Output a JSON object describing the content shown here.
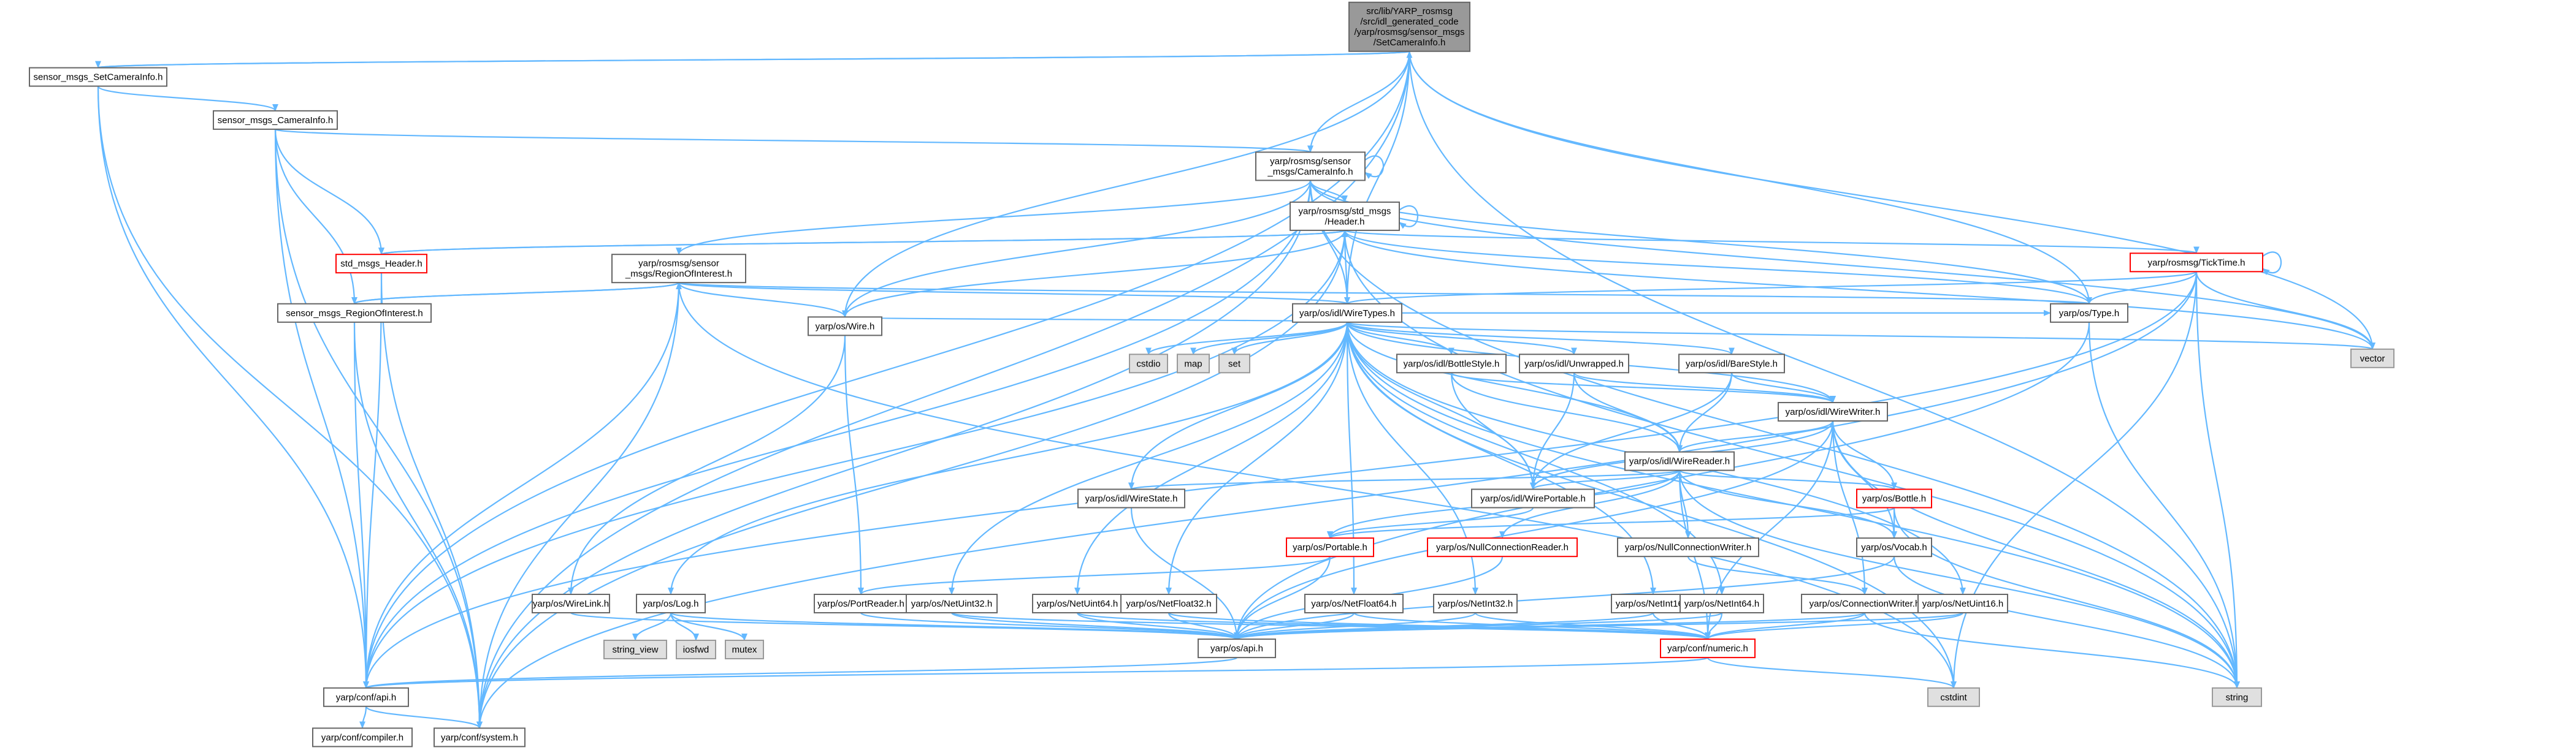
{
  "colors": {
    "edge": "#63b8ff",
    "node_fill": "#ffffff",
    "node_border": "#666666",
    "root_fill": "#999999",
    "root_border": "#666666",
    "incomplete_border": "#ff0000",
    "external_fill": "#e0e0e0",
    "external_border": "#999999",
    "text": "#000000"
  },
  "nodes": [
    {
      "id": "root",
      "lines": [
        "src/lib/YARP_rosmsg",
        "/src/idl_generated_code",
        "/yarp/rosmsg/sensor_msgs",
        "/SetCameraInfo.h"
      ],
      "kind": "root"
    },
    {
      "id": "set_ci",
      "lines": [
        "sensor_msgs_SetCameraInfo.h"
      ],
      "kind": "normal"
    },
    {
      "id": "sm_ci",
      "lines": [
        "sensor_msgs_CameraInfo.h"
      ],
      "kind": "normal"
    },
    {
      "id": "ros_ci",
      "lines": [
        "yarp/rosmsg/sensor",
        "_msgs/CameraInfo.h"
      ],
      "kind": "normal"
    },
    {
      "id": "ros_hdr",
      "lines": [
        "yarp/rosmsg/std_msgs",
        "/Header.h"
      ],
      "kind": "normal"
    },
    {
      "id": "std_hdr",
      "lines": [
        "std_msgs_Header.h"
      ],
      "kind": "incomplete"
    },
    {
      "id": "ros_roi",
      "lines": [
        "yarp/rosmsg/sensor",
        "_msgs/RegionOfInterest.h"
      ],
      "kind": "normal"
    },
    {
      "id": "sm_roi",
      "lines": [
        "sensor_msgs_RegionOfInterest.h"
      ],
      "kind": "normal"
    },
    {
      "id": "ticktime",
      "lines": [
        "yarp/rosmsg/TickTime.h"
      ],
      "kind": "incomplete"
    },
    {
      "id": "wiretypes",
      "lines": [
        "yarp/os/idl/WireTypes.h"
      ],
      "kind": "normal"
    },
    {
      "id": "type",
      "lines": [
        "yarp/os/Type.h"
      ],
      "kind": "normal"
    },
    {
      "id": "wire",
      "lines": [
        "yarp/os/Wire.h"
      ],
      "kind": "normal"
    },
    {
      "id": "cstdio",
      "lines": [
        "cstdio"
      ],
      "kind": "external"
    },
    {
      "id": "map",
      "lines": [
        "map"
      ],
      "kind": "external"
    },
    {
      "id": "set",
      "lines": [
        "set"
      ],
      "kind": "external"
    },
    {
      "id": "vector",
      "lines": [
        "vector"
      ],
      "kind": "external"
    },
    {
      "id": "bottlestyle",
      "lines": [
        "yarp/os/idl/BottleStyle.h"
      ],
      "kind": "normal"
    },
    {
      "id": "unwrapped",
      "lines": [
        "yarp/os/idl/Unwrapped.h"
      ],
      "kind": "normal"
    },
    {
      "id": "barestyle",
      "lines": [
        "yarp/os/idl/BareStyle.h"
      ],
      "kind": "normal"
    },
    {
      "id": "wirewriter",
      "lines": [
        "yarp/os/idl/WireWriter.h"
      ],
      "kind": "normal"
    },
    {
      "id": "wirereader",
      "lines": [
        "yarp/os/idl/WireReader.h"
      ],
      "kind": "normal"
    },
    {
      "id": "wirestate",
      "lines": [
        "yarp/os/idl/WireState.h"
      ],
      "kind": "normal"
    },
    {
      "id": "wireportable",
      "lines": [
        "yarp/os/idl/WirePortable.h"
      ],
      "kind": "normal"
    },
    {
      "id": "bottle",
      "lines": [
        "yarp/os/Bottle.h"
      ],
      "kind": "incomplete"
    },
    {
      "id": "portable",
      "lines": [
        "yarp/os/Portable.h"
      ],
      "kind": "incomplete"
    },
    {
      "id": "nullconnreader",
      "lines": [
        "yarp/os/NullConnectionReader.h"
      ],
      "kind": "incomplete"
    },
    {
      "id": "nullconnwriter",
      "lines": [
        "yarp/os/NullConnectionWriter.h"
      ],
      "kind": "normal"
    },
    {
      "id": "vocab",
      "lines": [
        "yarp/os/Vocab.h"
      ],
      "kind": "normal"
    },
    {
      "id": "wirelink",
      "lines": [
        "yarp/os/WireLink.h"
      ],
      "kind": "normal"
    },
    {
      "id": "log",
      "lines": [
        "yarp/os/Log.h"
      ],
      "kind": "normal"
    },
    {
      "id": "portreader",
      "lines": [
        "yarp/os/PortReader.h"
      ],
      "kind": "normal"
    },
    {
      "id": "netuint32",
      "lines": [
        "yarp/os/NetUint32.h"
      ],
      "kind": "normal"
    },
    {
      "id": "netuint64",
      "lines": [
        "yarp/os/NetUint64.h"
      ],
      "kind": "normal"
    },
    {
      "id": "netfloat32",
      "lines": [
        "yarp/os/NetFloat32.h"
      ],
      "kind": "normal"
    },
    {
      "id": "netfloat64",
      "lines": [
        "yarp/os/NetFloat64.h"
      ],
      "kind": "normal"
    },
    {
      "id": "netint32",
      "lines": [
        "yarp/os/NetInt32.h"
      ],
      "kind": "normal"
    },
    {
      "id": "netint16",
      "lines": [
        "yarp/os/NetInt16.h"
      ],
      "kind": "normal"
    },
    {
      "id": "netint64",
      "lines": [
        "yarp/os/NetInt64.h"
      ],
      "kind": "normal"
    },
    {
      "id": "connwriter",
      "lines": [
        "yarp/os/ConnectionWriter.h"
      ],
      "kind": "normal"
    },
    {
      "id": "netuint16",
      "lines": [
        "yarp/os/NetUint16.h"
      ],
      "kind": "normal"
    },
    {
      "id": "string_view",
      "lines": [
        "string_view"
      ],
      "kind": "external"
    },
    {
      "id": "iosfwd",
      "lines": [
        "iosfwd"
      ],
      "kind": "external"
    },
    {
      "id": "mutex",
      "lines": [
        "mutex"
      ],
      "kind": "external"
    },
    {
      "id": "api",
      "lines": [
        "yarp/os/api.h"
      ],
      "kind": "normal"
    },
    {
      "id": "numeric",
      "lines": [
        "yarp/conf/numeric.h"
      ],
      "kind": "incomplete"
    },
    {
      "id": "confapi",
      "lines": [
        "yarp/conf/api.h"
      ],
      "kind": "normal"
    },
    {
      "id": "cstdint",
      "lines": [
        "cstdint"
      ],
      "kind": "external"
    },
    {
      "id": "string",
      "lines": [
        "string"
      ],
      "kind": "external"
    },
    {
      "id": "compiler",
      "lines": [
        "yarp/conf/compiler.h"
      ],
      "kind": "normal"
    },
    {
      "id": "system",
      "lines": [
        "yarp/conf/system.h"
      ],
      "kind": "normal"
    }
  ]
}
